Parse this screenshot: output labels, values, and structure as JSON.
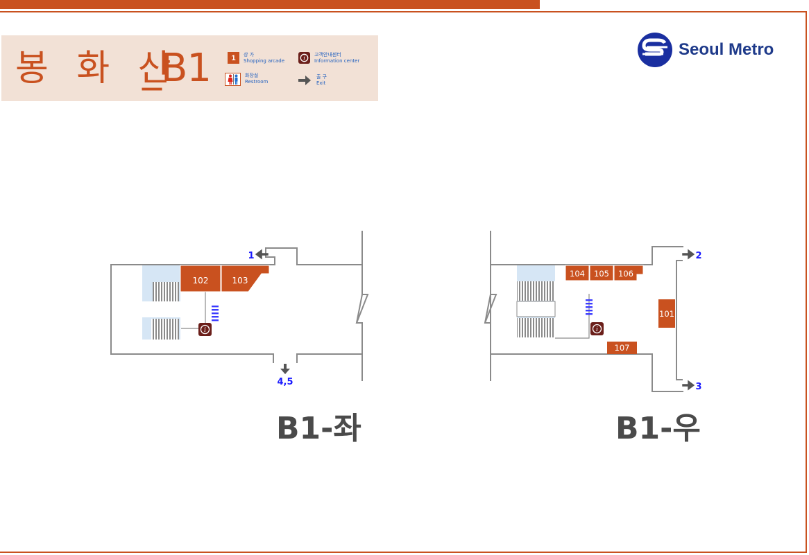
{
  "header": {
    "station_name": "봉 화 산",
    "level_label": "_B1"
  },
  "legend": {
    "shop": {
      "icon_text": "1",
      "ko": "상 가",
      "en": "Shopping arcade"
    },
    "info": {
      "ko": "고객안내센터",
      "en": "Information center"
    },
    "restroom": {
      "ko": "화장실",
      "en": "Restroom"
    },
    "exit": {
      "ko": "출 구",
      "en": "Exit"
    }
  },
  "brand": {
    "name": "Seoul Metro"
  },
  "maps": {
    "left": {
      "title": "B1-좌",
      "shops": [
        "102",
        "103"
      ],
      "exits": [
        "1",
        "4,5"
      ]
    },
    "right": {
      "title": "B1-우",
      "shops": [
        "104",
        "105",
        "106",
        "101",
        "107"
      ],
      "exits": [
        "2",
        "3"
      ]
    }
  },
  "colors": {
    "accent": "#c9511f",
    "info": "#6b1f1a",
    "wall": "#8a8a8a",
    "exit_label": "#1a1aff",
    "platform": "#d6e6f5"
  }
}
